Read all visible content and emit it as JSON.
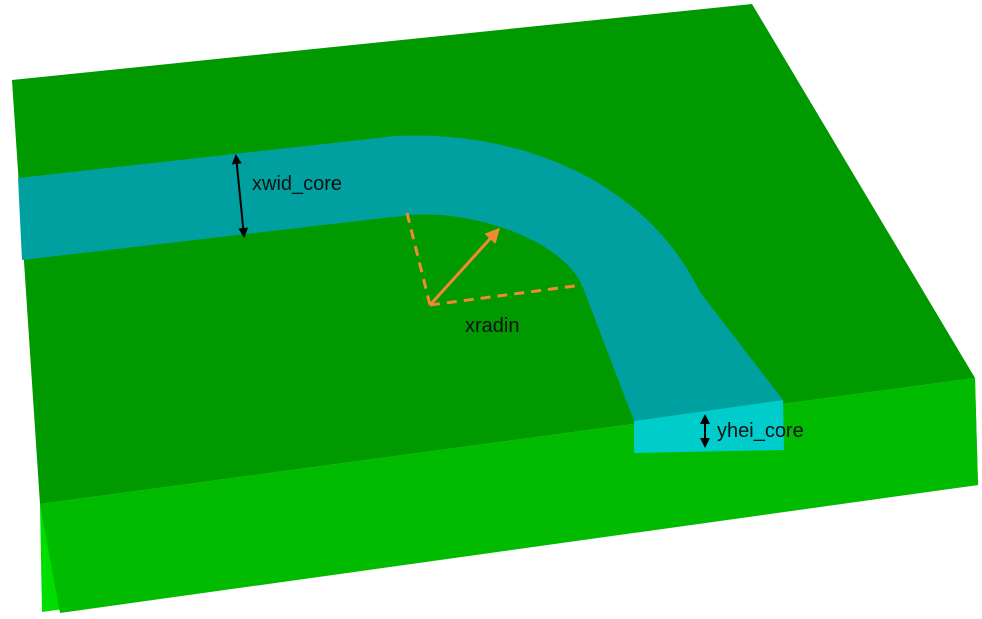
{
  "labels": {
    "core_width": "xwid_core",
    "bend_radius": "xradin",
    "core_height": "yhei_core"
  },
  "colors": {
    "slab_top": "#009900",
    "slab_front": "#00bb00",
    "slab_right": "#00dd00",
    "core_top": "#00a0a0",
    "core_end_face": "#00cccc",
    "dimension_arrow": "#000000",
    "radius_marker": "#f08a30"
  }
}
